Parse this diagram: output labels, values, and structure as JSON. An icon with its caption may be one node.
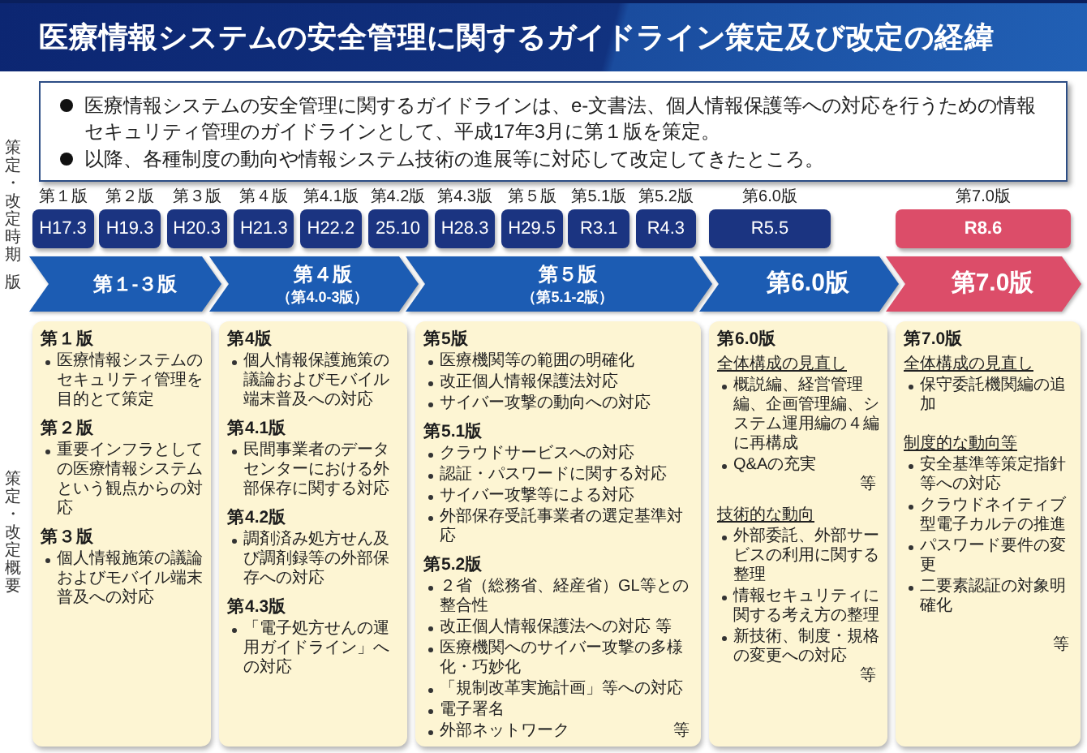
{
  "diagram": {
    "title": "医療情報システムの安全管理に関するガイドライン策定及び改定の経緯",
    "nodes": [
      {
        "text": [
          "医療情報システムの安全管理に関するガイドラインは、e-文書法、個人情報保護等への対応を行うための情報セキュリティ管理のガイドラインとして、平成17年3月に第１版を策定。",
          "以降、各種制度の動向や情報システム技術の進展等に対応して改定してきたところ。"
        ]
      },
      {
        "text": [
          "H17.3"
        ],
        "beside": [
          "第１版"
        ]
      },
      {
        "text": [
          "H19.3"
        ],
        "beside": [
          "第２版"
        ]
      },
      {
        "text": [
          "H20.3"
        ],
        "beside": [
          "第３版"
        ]
      },
      {
        "text": [
          "H21.3"
        ],
        "beside": [
          "第４版"
        ]
      },
      {
        "text": [
          "H22.2"
        ],
        "beside": [
          "第4.1版"
        ]
      },
      {
        "text": [
          "25.10"
        ],
        "beside": [
          "第4.2版"
        ]
      },
      {
        "text": [
          "H28.3"
        ],
        "beside": [
          "第4.3版"
        ]
      },
      {
        "text": [
          "H29.5"
        ],
        "beside": [
          "第５版"
        ]
      },
      {
        "text": [
          "R3.1"
        ],
        "beside": [
          "第5.1版"
        ]
      },
      {
        "text": [
          "R4.3"
        ],
        "beside": [
          "第5.2版"
        ]
      },
      {
        "text": [
          "R5.5"
        ],
        "beside": [
          "第6.0版"
        ]
      },
      {
        "text": [
          "R8.6"
        ],
        "beside": [
          "第7.0版"
        ]
      },
      {
        "text": [
          "第１-３版"
        ]
      },
      {
        "text": [
          "第４版",
          "（第4.0-3版）"
        ]
      },
      {
        "text": [
          "第５版",
          "（第5.1-2版）"
        ]
      },
      {
        "text": [
          "第6.0版"
        ]
      },
      {
        "text": [
          "第7.0版"
        ]
      },
      {
        "text": [
          "第１版",
          "医療情報システムのセキュリティ管理を目的とて策定",
          "第２版",
          "重要インフラとしての医療情報システムという観点からの対応",
          "第３版",
          "個人情報施策の議論およびモバイル端末普及への対応"
        ]
      },
      {
        "text": [
          "第4版",
          "個人情報保護施策の議論およびモバイル端末普及への対応",
          "第4.1版",
          "民間事業者のデータセンターにおける外部保存に関する対応",
          "第4.2版",
          "調剤済み処方せん及び調剤録等の外部保存への対応",
          "第4.3版",
          "「電子処方せんの運用ガイドライン」への対応"
        ]
      },
      {
        "text": [
          "第5版",
          "医療機関等の範囲の明確化",
          "改正個人情報保護法対応",
          "サイバー攻撃の動向への対応",
          "第5.1版",
          "クラウドサービスへの対応",
          "認証・パスワードに関する対応",
          "サイバー攻撃等による対応",
          "外部保存受託事業者の選定基準対応",
          "第5.2版",
          "２省（総務省、経産省）GL等との整合性",
          "改正個人情報保護法への対応 等",
          "医療機関へのサイバー攻撃の多様化・巧妙化",
          "「規制改革実施計画」等への対応",
          "電子署名",
          "外部ネットワーク",
          "等"
        ]
      },
      {
        "text": [
          "第6.0版",
          "全体構成の見直し",
          "概説編、経営管理編、企画管理編、システム運用編の４編に再構成",
          "Q&Aの充実",
          "等",
          "技術的な動向",
          "外部委託、外部サービスの利用に関する整理",
          "情報セキュリティに関する考え方の整理",
          "新技術、制度・規格の変更への対応",
          "等"
        ]
      },
      {
        "text": [
          "第7.0版",
          "全体構成の見直し",
          "保守委託機関編の追加",
          "制度的な動向等",
          "安全基準等策定指針等への対応",
          "クラウドネイティブ型電子カルテの推進",
          "パスワード要件の変更",
          "二要素認証の対象明確化",
          "等"
        ]
      }
    ],
    "labels": [
      "策定・改定時期",
      "版",
      "策定・改定概要"
    ]
  }
}
